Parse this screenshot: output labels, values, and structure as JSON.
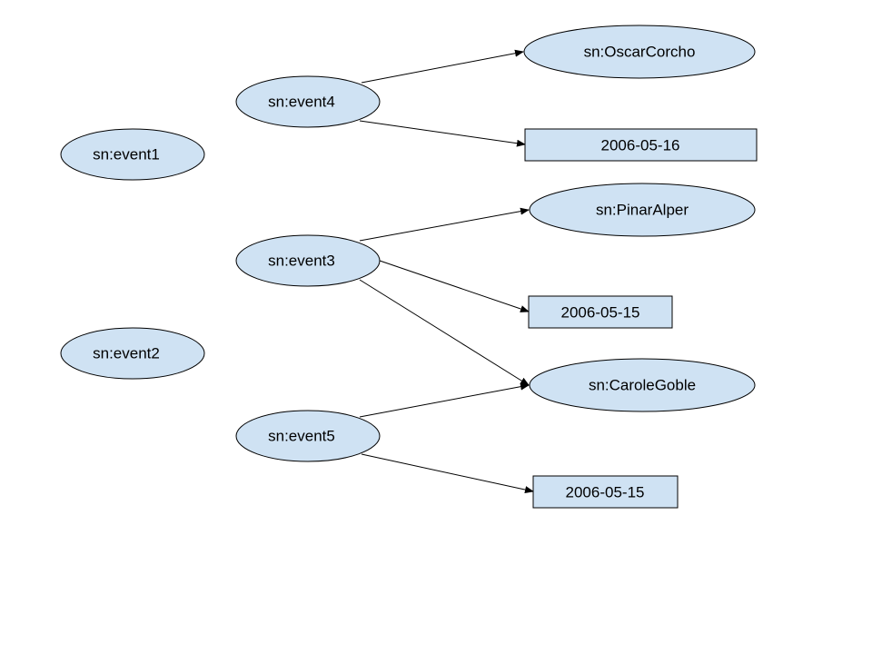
{
  "colors": {
    "node_fill": "#cfe2f3",
    "node_stroke": "#000000",
    "edge": "#000000",
    "background": "#ffffff"
  },
  "nodes": {
    "event1": {
      "label": "sn:event1",
      "shape": "ellipse"
    },
    "event2": {
      "label": "sn:event2",
      "shape": "ellipse"
    },
    "event3": {
      "label": "sn:event3",
      "shape": "ellipse"
    },
    "event4": {
      "label": "sn:event4",
      "shape": "ellipse"
    },
    "event5": {
      "label": "sn:event5",
      "shape": "ellipse"
    },
    "oscar": {
      "label": "sn:OscarCorcho",
      "shape": "ellipse"
    },
    "pinar": {
      "label": "sn:PinarAlper",
      "shape": "ellipse"
    },
    "carole": {
      "label": "sn:CaroleGoble",
      "shape": "ellipse"
    },
    "date_0516": {
      "label": "2006-05-16",
      "shape": "rect"
    },
    "date_0515_a": {
      "label": "2006-05-15",
      "shape": "rect"
    },
    "date_0515_b": {
      "label": "2006-05-15",
      "shape": "rect"
    }
  },
  "edges": [
    {
      "from": "event4",
      "to": "oscar"
    },
    {
      "from": "event4",
      "to": "date_0516"
    },
    {
      "from": "event3",
      "to": "pinar"
    },
    {
      "from": "event3",
      "to": "date_0515_a"
    },
    {
      "from": "event3",
      "to": "carole"
    },
    {
      "from": "event5",
      "to": "carole"
    },
    {
      "from": "event5",
      "to": "date_0515_b"
    }
  ]
}
